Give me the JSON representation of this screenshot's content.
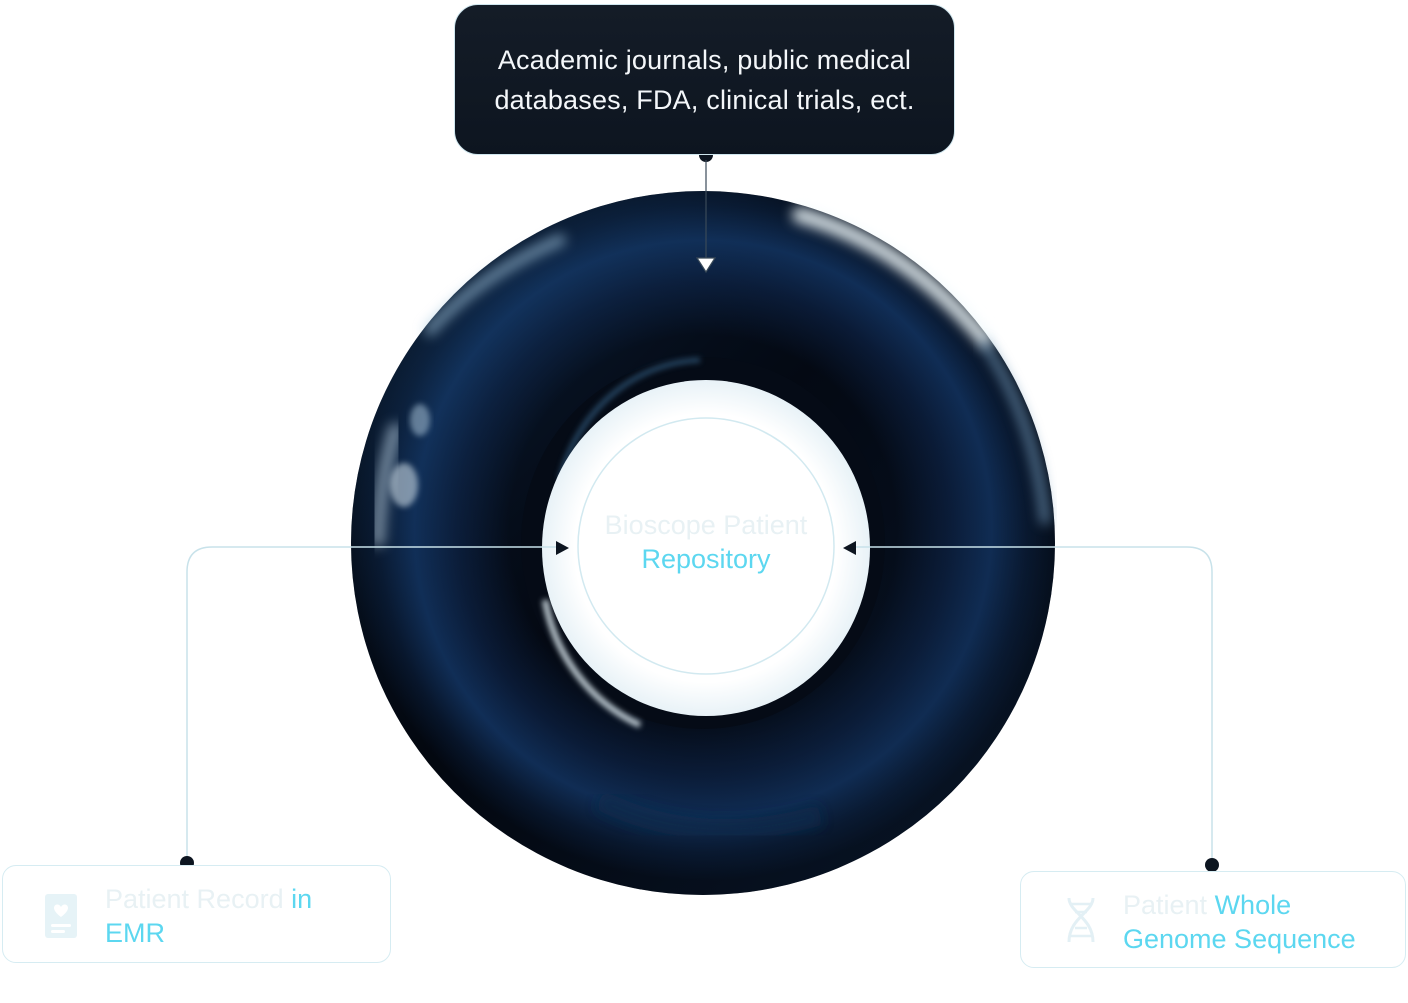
{
  "top_source": {
    "text": "Academic journals, public medical databases, FDA, clinical trials, ect."
  },
  "center": {
    "line1": "Bioscope Patient",
    "line2": "Repository"
  },
  "left_card": {
    "text_muted": "Patient Record",
    "text_highlight": "in EMR",
    "icon": "medical-record-icon"
  },
  "right_card": {
    "text_muted": "Patient",
    "text_highlight": "Whole Genome Sequence",
    "icon": "dna-icon"
  },
  "colors": {
    "accent": "#5cd7f0",
    "dark_box": "#121a24",
    "connector": "#cfe3ea",
    "ring": "#0b1a33"
  }
}
